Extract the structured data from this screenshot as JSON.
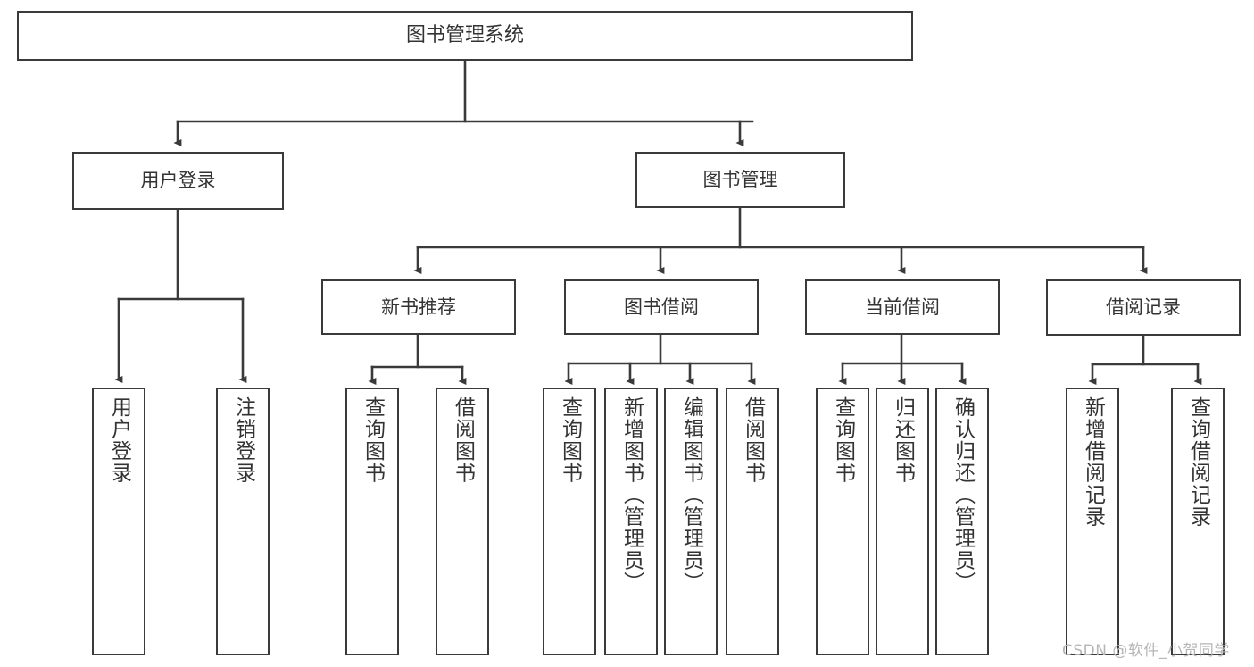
{
  "diagram": {
    "title": "图书管理系统",
    "type": "tree",
    "colors": {
      "box_border": "#3a3a3a",
      "box_fill": "#ffffff",
      "edge": "#3a3a3a",
      "text": "#333333",
      "watermark": "#b6b6b6",
      "background": "#ffffff"
    },
    "root": {
      "label": "图书管理系统"
    },
    "level2": [
      {
        "label": "用户登录"
      },
      {
        "label": "图书管理"
      }
    ],
    "level3": [
      {
        "label": "新书推荐"
      },
      {
        "label": "图书借阅"
      },
      {
        "label": "当前借阅"
      },
      {
        "label": "借阅记录"
      }
    ],
    "leaves": {
      "user_login": [
        {
          "label": "用户登录"
        },
        {
          "label": "注销登录"
        }
      ],
      "new_book_recommend": [
        {
          "label": "查询图书"
        },
        {
          "label": "借阅图书"
        }
      ],
      "book_borrow": [
        {
          "label": "查询图书"
        },
        {
          "label": "新增图书（管理员）"
        },
        {
          "label": "编辑图书（管理员）"
        },
        {
          "label": "借阅图书"
        }
      ],
      "current_borrow": [
        {
          "label": "查询图书"
        },
        {
          "label": "归还图书"
        },
        {
          "label": "确认归还（管理员）"
        }
      ],
      "borrow_record": [
        {
          "label": "新增借阅记录"
        },
        {
          "label": "查询借阅记录"
        }
      ]
    },
    "watermark": {
      "text": "CSDN @软件_小贺同学"
    }
  }
}
